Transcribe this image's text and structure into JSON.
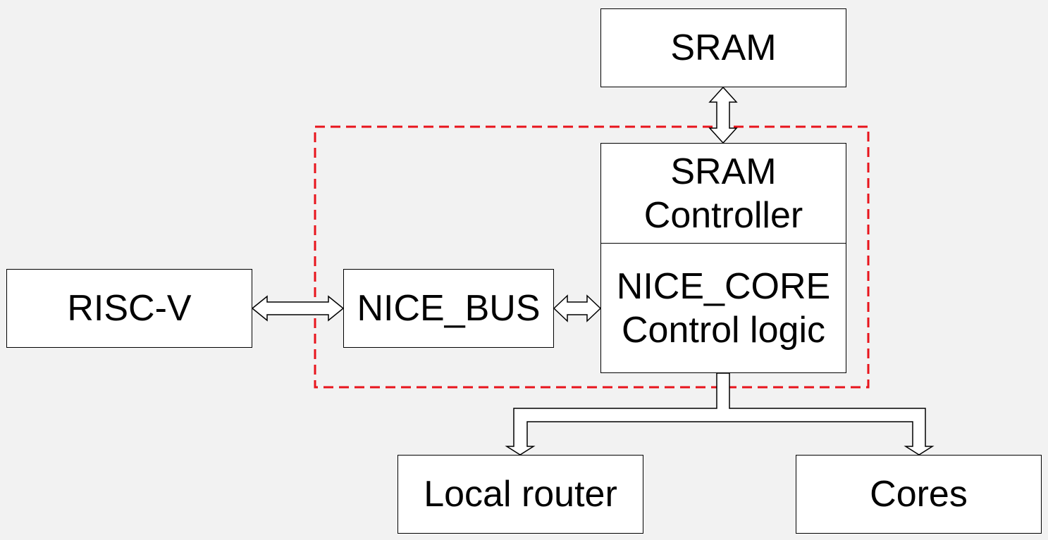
{
  "diagram": {
    "blocks": {
      "sram": {
        "label": "SRAM"
      },
      "sram_controller": {
        "line1": "SRAM",
        "line2": "Controller"
      },
      "nice_core": {
        "line1": "NICE_CORE",
        "line2": "Control logic"
      },
      "risc_v": {
        "label": "RISC-V"
      },
      "nice_bus": {
        "label": "NICE_BUS"
      },
      "local_router": {
        "label": "Local router"
      },
      "cores": {
        "label": "Cores"
      }
    },
    "colors": {
      "background": "#f2f2f2",
      "box_fill": "#ffffff",
      "stroke": "#000000",
      "highlight_region": "#e8141c"
    }
  }
}
